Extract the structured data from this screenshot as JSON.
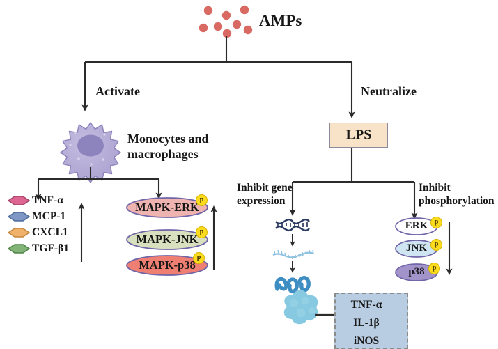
{
  "figure": {
    "title_node": "AMPs",
    "background": "#ffffff"
  },
  "top": {
    "amps_label": "AMPs",
    "dot_color": "#d96a63",
    "dot_count": 8
  },
  "branch_labels": {
    "activate": "Activate",
    "neutralize": "Neutralize"
  },
  "left_branch": {
    "cell_label_line1": "Monocytes and",
    "cell_label_line2": "macrophages",
    "cell_body_color": "#b0a8d3",
    "cell_nucleus_color": "#8d83bd",
    "cytokines": [
      {
        "name": "TNF-α",
        "fill": "#dd6591",
        "stroke": "#a8436a"
      },
      {
        "name": "MCP-1",
        "fill": "#7e97c4",
        "stroke": "#4f6c9e"
      },
      {
        "name": "CXCL1",
        "fill": "#f0b26a",
        "stroke": "#c5863e"
      },
      {
        "name": "TGF-β1",
        "fill": "#82b377",
        "stroke": "#4f8448"
      }
    ],
    "mapks": [
      {
        "name": "MAPK-ERK",
        "fill": "#efb3b0",
        "stroke": "#6f65a8",
        "p": "p"
      },
      {
        "name": "MAPK-JNK",
        "fill": "#d8e0bf",
        "stroke": "#6f65a8",
        "p": "p"
      },
      {
        "name": "MAPK-p38",
        "fill": "#ef7f72",
        "stroke": "#6f65a8",
        "p": "p"
      }
    ]
  },
  "right_branch": {
    "lps_label": "LPS",
    "lps_fill": "#f8e3c8",
    "lps_stroke": "#8d8a9c",
    "inhibit_gene_line1": "Inhibit gene",
    "inhibit_gene_line2": "expression",
    "inhibit_phos_line1": "Inhibit",
    "inhibit_phos_line2": "phosphorylation",
    "dna_color": "#2b3a60",
    "mrna_color": "#8fc2e0",
    "protein_chain_color": "#3e8ec4",
    "protein_blob_color": "#86c9e0",
    "kinases": [
      {
        "name": "ERK",
        "fill": "#fdfdff",
        "stroke": "#6f65a8",
        "p": "p"
      },
      {
        "name": "JNK",
        "fill": "#cfe6f2",
        "stroke": "#6f65a8",
        "p": "p"
      },
      {
        "name": "p38",
        "fill": "#a294ca",
        "stroke": "#6f65a8",
        "p": "p"
      }
    ],
    "outcome_box": {
      "items": [
        "TNF-α",
        "IL-1β",
        "iNOS"
      ],
      "fill": "#b9cde2",
      "stroke": "#8b8b8b",
      "arrow_direction": "down"
    }
  },
  "arrows": {
    "left_up_arrow_direction": "up",
    "mapk_up_arrow_direction": "up",
    "kinase_down_arrow_direction": "down"
  }
}
